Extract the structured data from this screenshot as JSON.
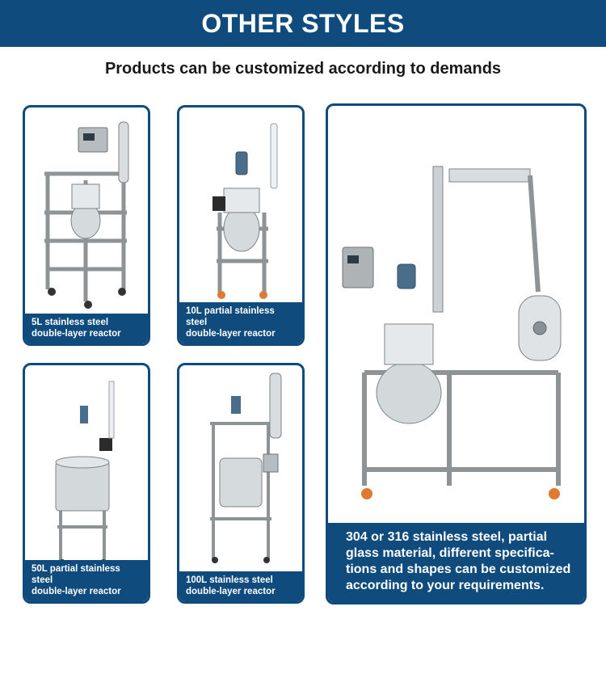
{
  "header": {
    "title": "OTHER STYLES"
  },
  "subtitle": "Products can be customized according to demands",
  "cards": [
    {
      "line1": "5L stainless steel",
      "line2": "double-layer reactor"
    },
    {
      "line1": "10L partial stainless steel",
      "line2": "double-layer reactor"
    },
    {
      "line1": "50L partial stainless steel",
      "line2": "double-layer reactor"
    },
    {
      "line1": "100L stainless steel",
      "line2": "double-layer reactor"
    }
  ],
  "feature": {
    "lines": [
      "304 or 316 stainless steel, partial",
      "glass material, different specifica-",
      "tions and shapes can be customized",
      "according to your requirements."
    ]
  },
  "colors": {
    "brand": "#0f4b7c",
    "frame": "#8e9396",
    "steel": "#c9ced2"
  }
}
